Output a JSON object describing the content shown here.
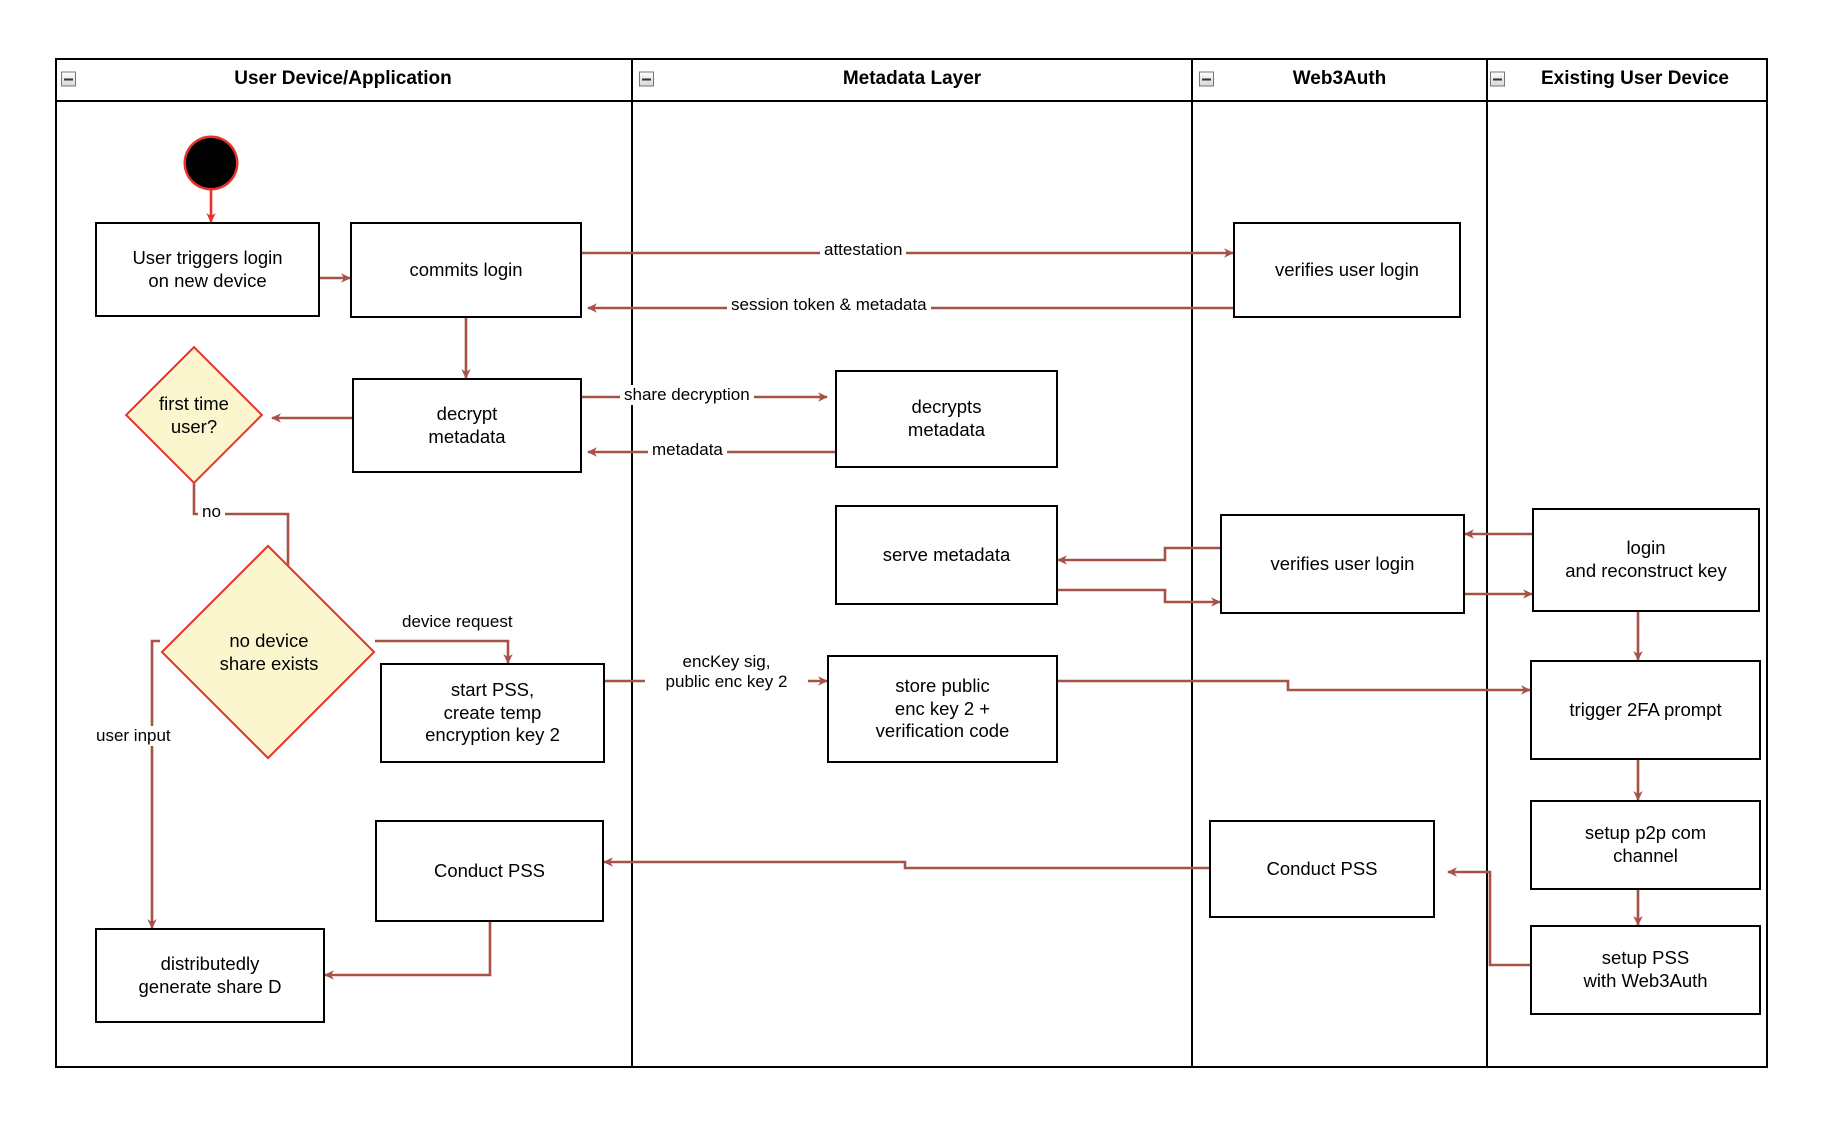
{
  "diagram": {
    "type": "uml-activity-swimlane",
    "title": "Web3Auth new-device login / PSS flow",
    "colors": {
      "lane_border": "#000000",
      "node_border": "#000000",
      "node_fill": "#ffffff",
      "decision_border": "#e8312a",
      "decision_fill": "#fcf6cf",
      "connector": "#a65248",
      "start_ring": "#e8312a",
      "start_fill": "#000000",
      "text": "#000000"
    },
    "lanes": [
      {
        "id": "lane-user-device",
        "label": "User Device/Application",
        "collapse_icon": "minus-box-icon"
      },
      {
        "id": "lane-metadata",
        "label": "Metadata Layer",
        "collapse_icon": "minus-box-icon"
      },
      {
        "id": "lane-web3auth",
        "label": "Web3Auth",
        "collapse_icon": "minus-box-icon"
      },
      {
        "id": "lane-existing-device",
        "label": "Existing User Device",
        "collapse_icon": "minus-box-icon"
      }
    ],
    "nodes": [
      {
        "id": "start",
        "kind": "initial-node",
        "lane": "lane-user-device",
        "label": ""
      },
      {
        "id": "trigger-login",
        "kind": "action",
        "lane": "lane-user-device",
        "label": "User triggers login\non new device"
      },
      {
        "id": "commits-login",
        "kind": "action",
        "lane": "lane-user-device",
        "label": "commits login"
      },
      {
        "id": "decrypt-metadata",
        "kind": "action",
        "lane": "lane-user-device",
        "label": "decrypt\nmetadata"
      },
      {
        "id": "first-time-user",
        "kind": "decision",
        "lane": "lane-user-device",
        "label": "first time\nuser?"
      },
      {
        "id": "no-device-share",
        "kind": "decision",
        "lane": "lane-user-device",
        "label": "no device\nshare exists"
      },
      {
        "id": "start-pss",
        "kind": "action",
        "lane": "lane-user-device",
        "label": "start PSS,\ncreate temp\nencryption key 2"
      },
      {
        "id": "conduct-pss-user",
        "kind": "action",
        "lane": "lane-user-device",
        "label": "Conduct PSS"
      },
      {
        "id": "generate-share-d",
        "kind": "action",
        "lane": "lane-user-device",
        "label": "distributedly\ngenerate share D"
      },
      {
        "id": "decrypts-metadata",
        "kind": "action",
        "lane": "lane-metadata",
        "label": "decrypts\nmetadata"
      },
      {
        "id": "serve-metadata",
        "kind": "action",
        "lane": "lane-metadata",
        "label": "serve metadata"
      },
      {
        "id": "store-public-key",
        "kind": "action",
        "lane": "lane-metadata",
        "label": "store public\nenc key 2 +\nverification code"
      },
      {
        "id": "verifies-login-1",
        "kind": "action",
        "lane": "lane-web3auth",
        "label": "verifies user login"
      },
      {
        "id": "verifies-login-2",
        "kind": "action",
        "lane": "lane-web3auth",
        "label": "verifies user login"
      },
      {
        "id": "conduct-pss-w3a",
        "kind": "action",
        "lane": "lane-web3auth",
        "label": "Conduct PSS"
      },
      {
        "id": "login-reconstruct",
        "kind": "action",
        "lane": "lane-existing-device",
        "label": "login\nand reconstruct key"
      },
      {
        "id": "trigger-2fa",
        "kind": "action",
        "lane": "lane-existing-device",
        "label": "trigger 2FA prompt"
      },
      {
        "id": "setup-p2p",
        "kind": "action",
        "lane": "lane-existing-device",
        "label": "setup p2p com\nchannel"
      },
      {
        "id": "setup-pss",
        "kind": "action",
        "lane": "lane-existing-device",
        "label": "setup PSS\nwith Web3Auth"
      }
    ],
    "edges": [
      {
        "from": "start",
        "to": "trigger-login",
        "label": ""
      },
      {
        "from": "trigger-login",
        "to": "commits-login",
        "label": ""
      },
      {
        "from": "commits-login",
        "to": "verifies-login-1",
        "label": "attestation"
      },
      {
        "from": "verifies-login-1",
        "to": "commits-login",
        "label": "session token & metadata"
      },
      {
        "from": "commits-login",
        "to": "decrypt-metadata",
        "label": ""
      },
      {
        "from": "decrypt-metadata",
        "to": "first-time-user",
        "label": ""
      },
      {
        "from": "decrypt-metadata",
        "to": "decrypts-metadata",
        "label": "share decryption"
      },
      {
        "from": "decrypts-metadata",
        "to": "decrypt-metadata",
        "label": "metadata"
      },
      {
        "from": "first-time-user",
        "to": "no-device-share",
        "label": "no"
      },
      {
        "from": "no-device-share",
        "to": "start-pss",
        "label": "device request"
      },
      {
        "from": "no-device-share",
        "to": "generate-share-d",
        "label": "user input"
      },
      {
        "from": "start-pss",
        "to": "store-public-key",
        "label": "encKey sig,\npublic enc key 2"
      },
      {
        "from": "store-public-key",
        "to": "trigger-2fa",
        "label": ""
      },
      {
        "from": "login-reconstruct",
        "to": "verifies-login-2",
        "label": ""
      },
      {
        "from": "verifies-login-2",
        "to": "serve-metadata",
        "label": ""
      },
      {
        "from": "serve-metadata",
        "to": "verifies-login-2",
        "label": ""
      },
      {
        "from": "login-reconstruct",
        "to": "trigger-2fa",
        "label": ""
      },
      {
        "from": "trigger-2fa",
        "to": "setup-p2p",
        "label": ""
      },
      {
        "from": "setup-p2p",
        "to": "setup-pss",
        "label": ""
      },
      {
        "from": "setup-pss",
        "to": "conduct-pss-w3a",
        "label": ""
      },
      {
        "from": "conduct-pss-w3a",
        "to": "conduct-pss-user",
        "label": ""
      },
      {
        "from": "conduct-pss-user",
        "to": "generate-share-d",
        "label": ""
      }
    ],
    "edge_labels": {
      "attestation": "attestation",
      "session_token": "session token & metadata",
      "share_decryption": "share decryption",
      "metadata": "metadata",
      "no": "no",
      "device_request": "device request",
      "user_input": "user input",
      "enckey_line1": "encKey sig,",
      "enckey_line2": "public enc key 2"
    },
    "node_labels": {
      "trigger_login_l1": "User triggers login",
      "trigger_login_l2": "on new device",
      "commits_login": "commits login",
      "decrypt_metadata_l1": "decrypt",
      "decrypt_metadata_l2": "metadata",
      "first_time_user_l1": "first time",
      "first_time_user_l2": "user?",
      "no_device_share_l1": "no device",
      "no_device_share_l2": "share exists",
      "start_pss_l1": "start PSS,",
      "start_pss_l2": "create temp",
      "start_pss_l3": "encryption key 2",
      "conduct_pss_user": "Conduct PSS",
      "generate_share_d_l1": "distributedly",
      "generate_share_d_l2": "generate share D",
      "decrypts_metadata_l1": "decrypts",
      "decrypts_metadata_l2": "metadata",
      "serve_metadata": "serve metadata",
      "store_public_key_l1": "store public",
      "store_public_key_l2": "enc key 2 +",
      "store_public_key_l3": "verification code",
      "verifies_login_1": "verifies user login",
      "verifies_login_2": "verifies user login",
      "conduct_pss_w3a": "Conduct PSS",
      "login_reconstruct_l1": "login",
      "login_reconstruct_l2": "and reconstruct key",
      "trigger_2fa": "trigger 2FA prompt",
      "setup_p2p_l1": "setup p2p com",
      "setup_p2p_l2": "channel",
      "setup_pss_l1": "setup PSS",
      "setup_pss_l2": "with Web3Auth"
    }
  }
}
